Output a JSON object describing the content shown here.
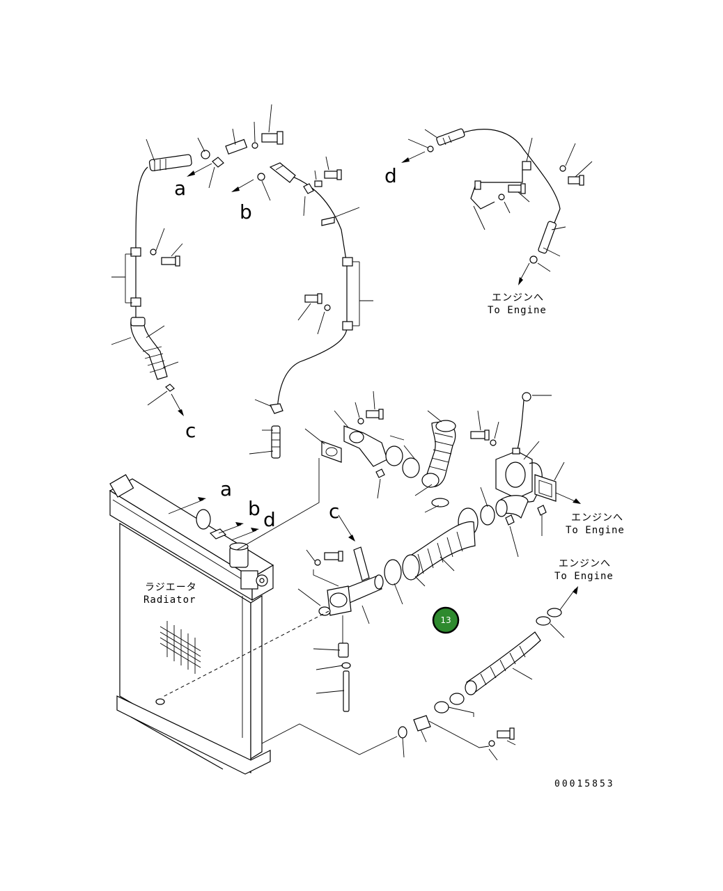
{
  "diagram": {
    "connectors": [
      "a",
      "b",
      "c",
      "d"
    ],
    "to_engine_jp": "エンジンへ",
    "to_engine_en": "To Engine",
    "radiator_jp": "ラジエータ",
    "radiator_en": "Radiator",
    "drawing_number": "00015853",
    "badge": "13"
  }
}
